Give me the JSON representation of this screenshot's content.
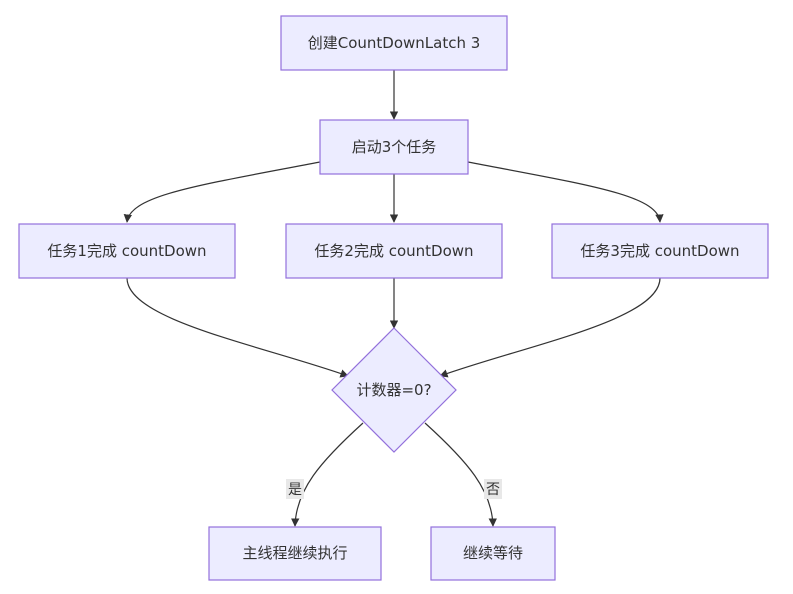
{
  "nodes": {
    "create_latch": "创建CountDownLatch 3",
    "start_tasks": "启动3个任务",
    "task1_done": "任务1完成 countDown",
    "task2_done": "任务2完成 countDown",
    "task3_done": "任务3完成 countDown",
    "counter_check": "计数器=0?",
    "main_continue": "主线程继续执行",
    "keep_waiting": "继续等待"
  },
  "edges": {
    "yes_label": "是",
    "no_label": "否"
  },
  "colors": {
    "node_fill": "#ECECFF",
    "node_stroke": "#9370DB",
    "edge_stroke": "#333333",
    "label_background": "#e8e8e8"
  }
}
